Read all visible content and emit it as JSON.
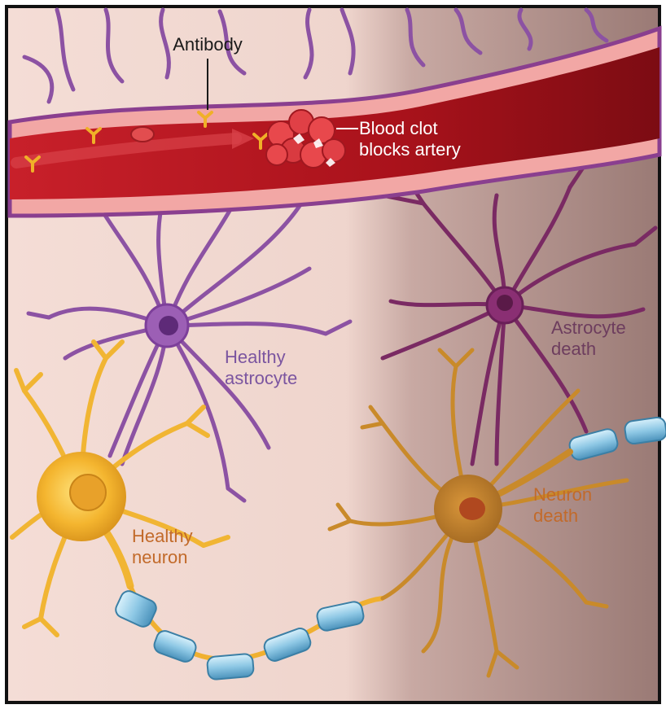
{
  "labels": {
    "antibody": "Antibody",
    "clot_line1": "Blood clot",
    "clot_line2": "blocks artery",
    "healthy_astro_line1": "Healthy",
    "healthy_astro_line2": "astrocyte",
    "astro_death_line1": "Astrocyte",
    "astro_death_line2": "death",
    "healthy_neuron_line1": "Healthy",
    "healthy_neuron_line2": "neuron",
    "neuron_death_line1": "Neuron",
    "neuron_death_line2": "death"
  },
  "colors": {
    "background_healthy": "#f3dcd5",
    "background_damaged": "#a07e79",
    "vessel_wall": "#f2a7a5",
    "vessel_outline": "#8a3f8f",
    "blood": "#b5131a",
    "astrocyte": "#8c52a3",
    "astrocyte_dying": "#7a2a63",
    "neuron": "#f1b533",
    "neuron_dying": "#c88a2a",
    "myelin": "#8fc9e6",
    "label_dark": "#1a1a1a",
    "label_white": "#ffffff",
    "label_purple": "#7b55a0",
    "label_plum": "#6d3d5e",
    "label_orange": "#c26a2a"
  }
}
